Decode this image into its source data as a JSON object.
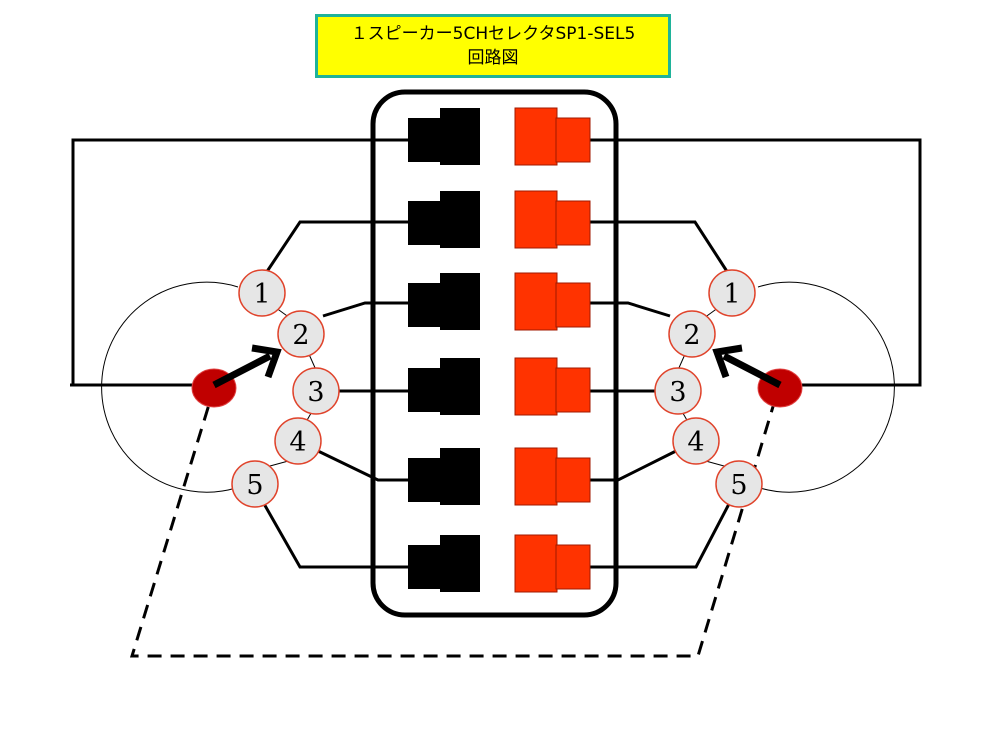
{
  "title": {
    "line1": "１スピーカー5CHセレクタSP1-SEL5",
    "line2": "回路図"
  },
  "left_selector": {
    "positions": [
      "1",
      "2",
      "3",
      "4",
      "5"
    ],
    "selected": "2"
  },
  "right_selector": {
    "positions": [
      "1",
      "2",
      "3",
      "4",
      "5"
    ],
    "selected": "2"
  },
  "colors": {
    "negative_terminal": "#000000",
    "positive_terminal": "#ff3300",
    "rotor": "#c00000",
    "contact_fill": "#e6e6e6",
    "contact_border": "#e0442c",
    "title_background": "#ffff00",
    "title_border": "#1fb39a"
  }
}
